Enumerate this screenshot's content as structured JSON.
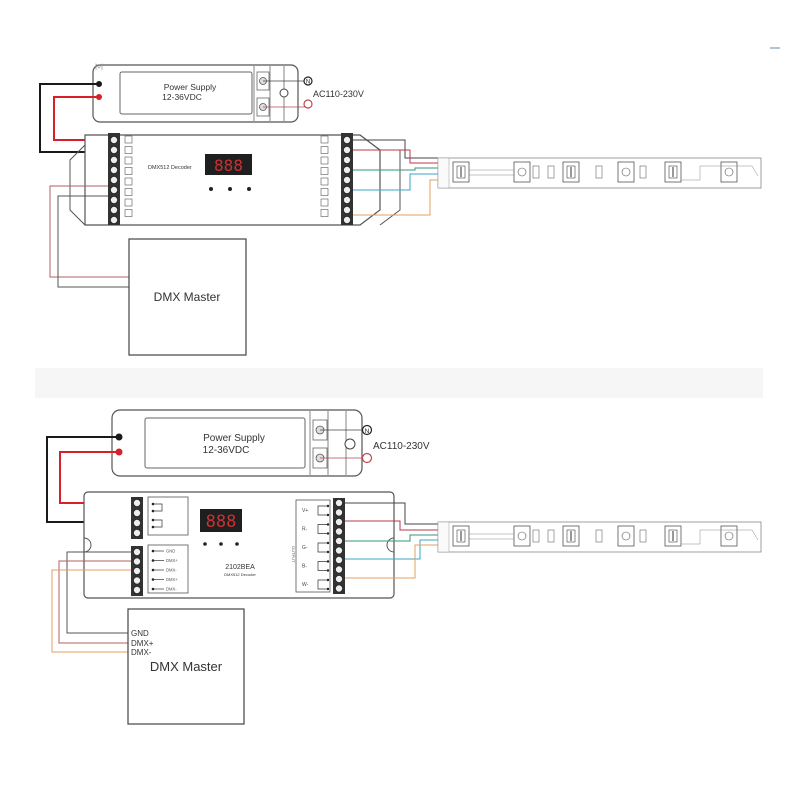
{
  "diagrams": [
    {
      "id": "top",
      "power_supply": {
        "title": "Power Supply",
        "voltage": "12-36VDC"
      },
      "ac_label": "AC110-230V",
      "decoder": {
        "label": "DMX512 Decoder",
        "display": "888"
      },
      "master": {
        "label": "DMX Master",
        "pins": []
      }
    },
    {
      "id": "bottom",
      "power_supply": {
        "title": "Power Supply",
        "voltage": "12-36VDC"
      },
      "ac_label": "AC110-230V",
      "decoder": {
        "model": "2102BEA",
        "sublabel": "DMX512 Decoder",
        "display": "888",
        "input_labels": [
          "GND",
          "DMX+",
          "DMX-",
          "DMX+",
          "DMX-"
        ],
        "output_title": "OUTPUT",
        "output_labels": [
          "V+",
          "R-",
          "G-",
          "B-",
          "W-"
        ]
      },
      "master": {
        "label": "DMX Master",
        "pins": [
          "GND",
          "DMX+",
          "DMX-"
        ]
      }
    }
  ],
  "colors": {
    "wire_black": "#1a1a1a",
    "wire_red": "#d6202a",
    "wire_dark_red": "#a0444c",
    "wire_green": "#2e9a7a",
    "wire_cyan": "#3aa6c6",
    "wire_orange": "#e0a060",
    "outline": "#444444",
    "separator_band": "#f5f5f5"
  }
}
